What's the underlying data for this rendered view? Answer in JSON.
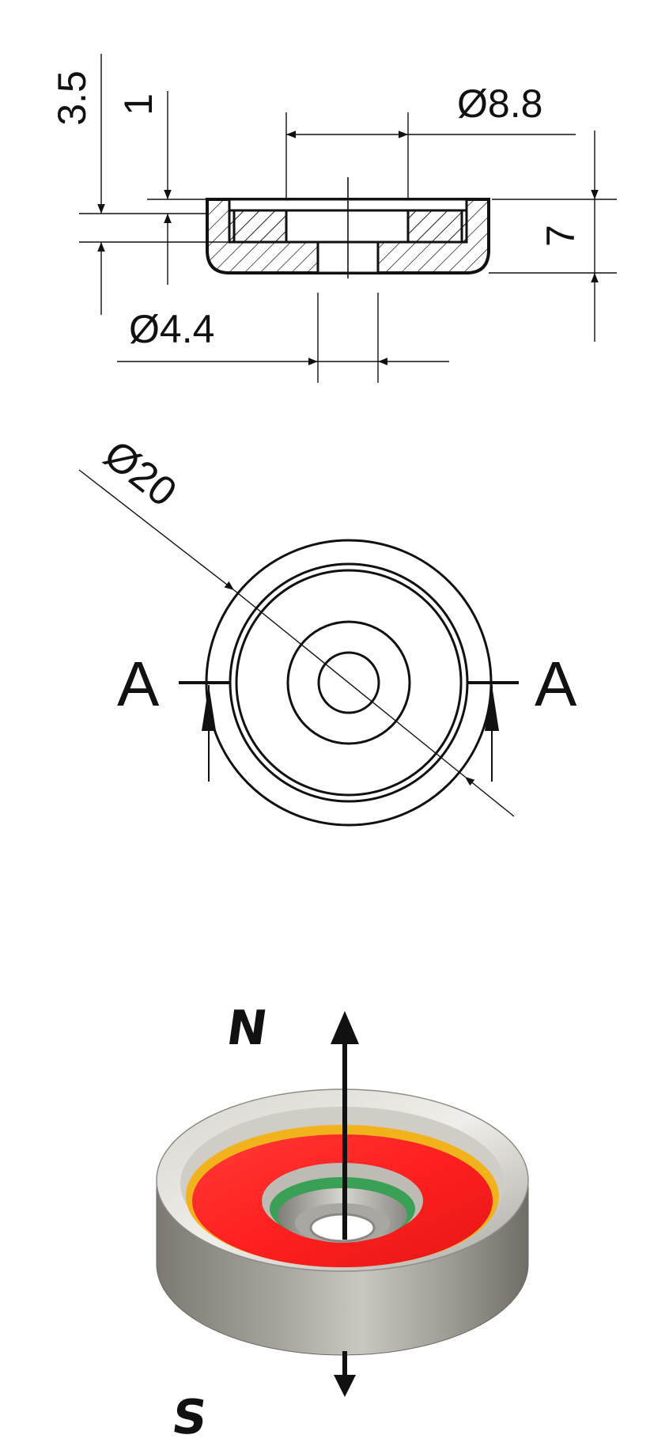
{
  "section_view": {
    "dim_depth_total": "3.5",
    "dim_depth_step": "1",
    "dim_counterbore": "Ø8.8",
    "dim_height": "7",
    "dim_hole": "Ø4.4"
  },
  "top_view": {
    "dim_outer": "Ø20",
    "section_left": "A",
    "section_right": "A"
  },
  "render_view": {
    "pole_north": "N",
    "pole_south": "S"
  },
  "colors": {
    "line": "#111111",
    "magnet_face": "#ff2222",
    "inner_ring": "#39a055",
    "gold_ring": "#f2b21c",
    "steel": "#8c8a83"
  }
}
